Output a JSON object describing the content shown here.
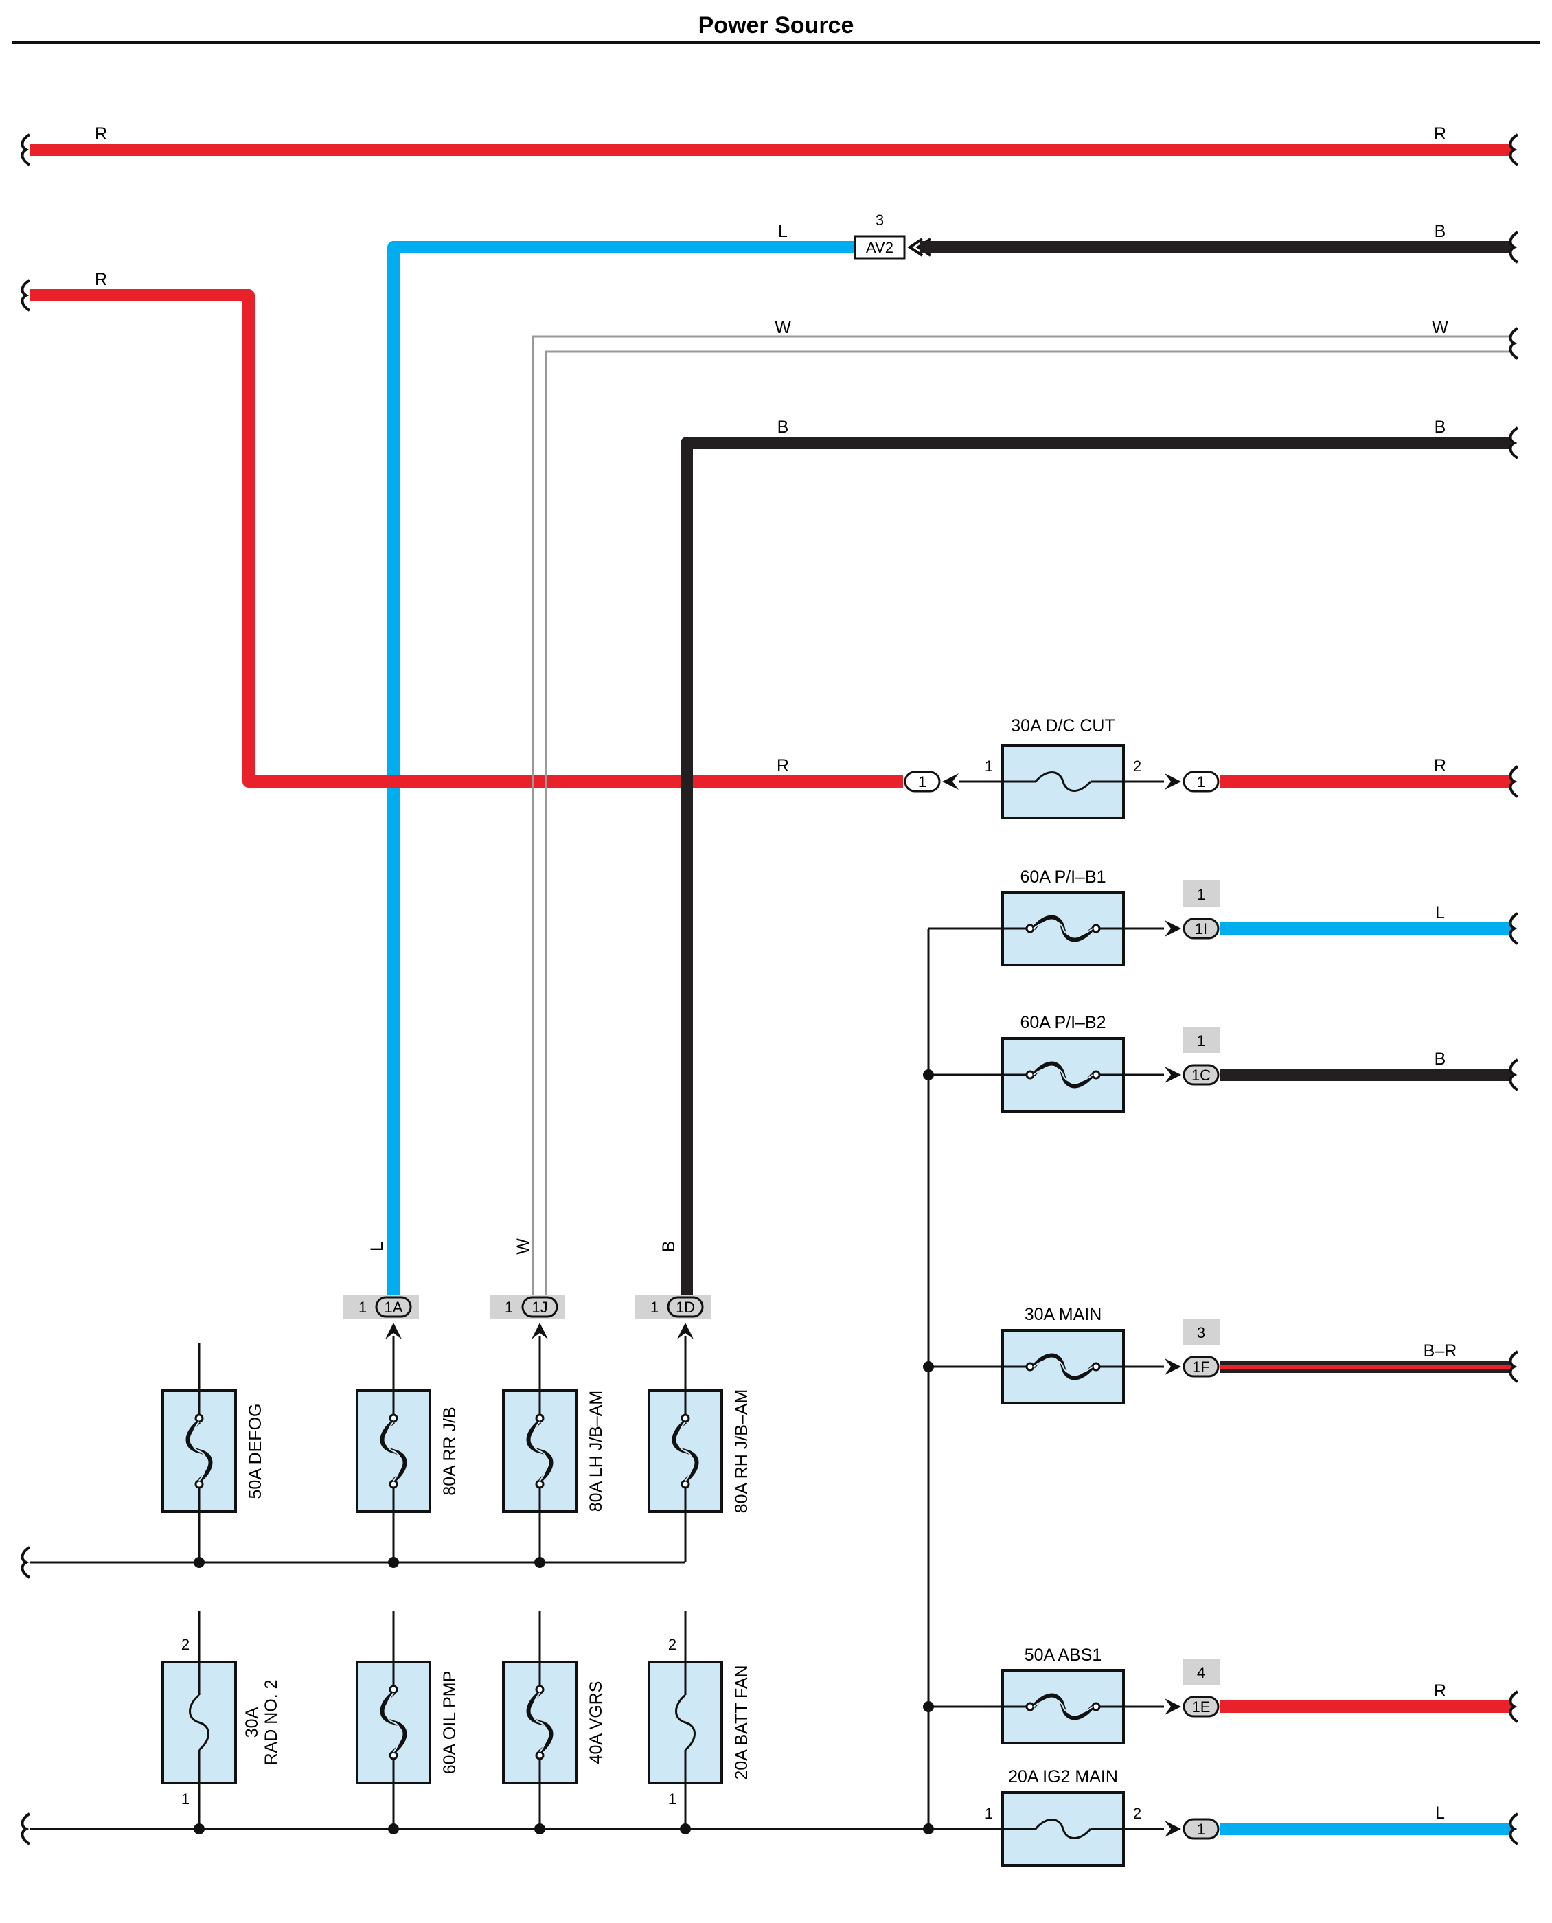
{
  "title": "Power Source",
  "colors": {
    "R": "#e8212b",
    "L": "#00aeef",
    "B": "#231f20",
    "W": "#ffffff",
    "fuse_fill": "#cfe8f5",
    "conn_shade": "#d3d3d3"
  },
  "wire_labels": {
    "top_red_left": "R",
    "top_red_right": "R",
    "blue_L": "L",
    "black_B_right": "B",
    "red_left": "R",
    "white_W_mid": "W",
    "white_W_right": "W",
    "black_B_mid": "B",
    "black_B_right2": "B",
    "dc_red_mid": "R",
    "dc_red_right": "R",
    "pib1_right": "L",
    "pib2_right": "B",
    "main_right": "B–R",
    "abs1_right": "R",
    "ig2_right": "L",
    "vert_L": "L",
    "vert_W": "W",
    "vert_B": "B"
  },
  "connector_av2": {
    "pin": "3",
    "name": "AV2"
  },
  "horizontal_fuses": [
    {
      "id": "dc-cut",
      "label": "30A D/C CUT",
      "pin_left": "1",
      "pin_right": "2",
      "conn_in": "1",
      "conn_out": "1"
    },
    {
      "id": "pi-b1",
      "label": "60A P/I–B1",
      "conn_pin": "1",
      "conn": "1I"
    },
    {
      "id": "pi-b2",
      "label": "60A P/I–B2",
      "conn_pin": "1",
      "conn": "1C"
    },
    {
      "id": "main",
      "label": "30A MAIN",
      "conn_pin": "3",
      "conn": "1F"
    },
    {
      "id": "abs1",
      "label": "50A ABS1",
      "conn_pin": "4",
      "conn": "1E"
    },
    {
      "id": "ig2-main",
      "label": "20A IG2 MAIN",
      "pin_left": "1",
      "pin_right": "2",
      "conn": "1"
    }
  ],
  "vertical_fuses_upper": [
    {
      "id": "defog",
      "label": "50A DEFOG"
    },
    {
      "id": "rr-jb",
      "label": "80A RR J/B",
      "conn_pin": "1",
      "conn": "1A"
    },
    {
      "id": "lh-jb",
      "label": "80A LH J/B–AM",
      "conn_pin": "1",
      "conn": "1J"
    },
    {
      "id": "rh-jb",
      "label": "80A RH J/B–AM",
      "conn_pin": "1",
      "conn": "1D"
    }
  ],
  "vertical_fuses_lower": [
    {
      "id": "rad2",
      "label_line1": "30A",
      "label_line2": "RAD NO. 2",
      "pin_top": "2",
      "pin_bottom": "1"
    },
    {
      "id": "oil-pmp",
      "label": "60A OIL PMP"
    },
    {
      "id": "vgrs",
      "label": "40A VGRS"
    },
    {
      "id": "batt-fan",
      "label": "20A BATT FAN",
      "pin_top": "2",
      "pin_bottom": "1"
    }
  ]
}
